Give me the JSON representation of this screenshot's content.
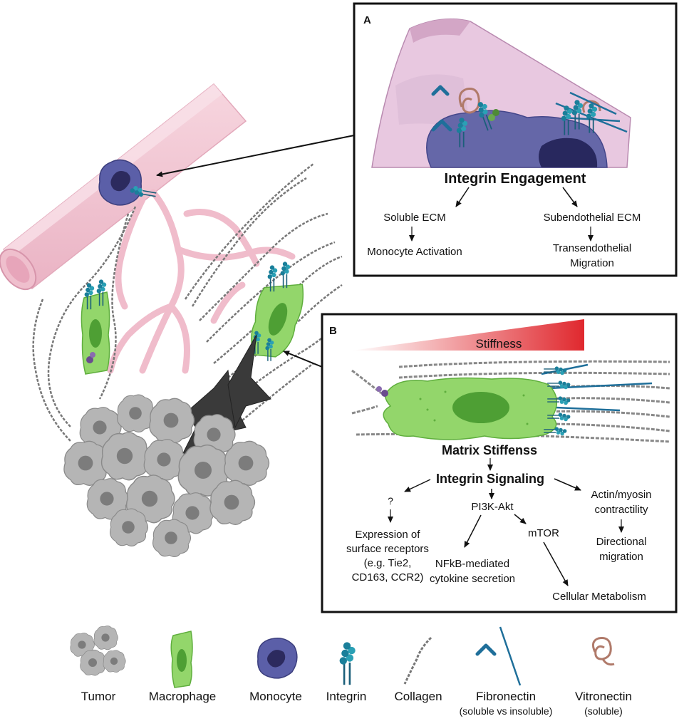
{
  "panel_a": {
    "label": "A",
    "title": "Integrin Engagement",
    "left_branch": "Soluble ECM",
    "left_result": "Monocyte Activation",
    "right_branch": "Subendothelial ECM",
    "right_result_line1": "Transendothelial",
    "right_result_line2": "Migration"
  },
  "panel_b": {
    "label": "B",
    "gradient_label": "Stiffness",
    "title": "Matrix Stiffenss",
    "signaling": "Integrin Signaling",
    "unknown": "?",
    "expr_line1": "Expression of",
    "expr_line2": "surface receptors",
    "expr_line3": "(e.g. Tie2,",
    "expr_line4": "CD163, CCR2)",
    "pi3k": "PI3K-Akt",
    "mtor": "mTOR",
    "nfkb_line1": "NFkB-mediated",
    "nfkb_line2": "cytokine secretion",
    "metabolism": "Cellular Metabolism",
    "actin_line1": "Actin/myosin",
    "actin_line2": "contractility",
    "directional_line1": "Directional",
    "directional_line2": "migration"
  },
  "legend": {
    "tumor": "Tumor",
    "macrophage": "Macrophage",
    "monocyte": "Monocyte",
    "integrin": "Integrin",
    "collagen": "Collagen",
    "fibronectin": "Fibronectin",
    "fibronectin_note": "(soluble vs insoluble)",
    "vitronectin": "Vitronectin",
    "vitronectin_note": "(soluble)"
  },
  "colors": {
    "vessel": "#f2c6d3",
    "macrophage": "#93d66b",
    "monocyte": "#5b5fa8",
    "integrin": "#1a7f9a",
    "fibronectin": "#1f6f9a",
    "vitronectin": "#b07a6a",
    "stiffness": "#e0282e"
  }
}
